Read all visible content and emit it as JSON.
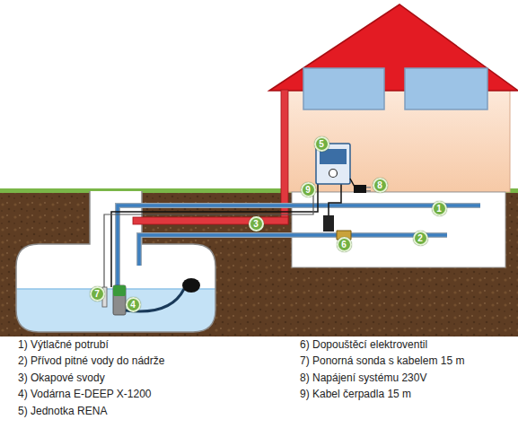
{
  "diagram": {
    "labels": [
      "1",
      "2",
      "3",
      "4",
      "5",
      "6",
      "7",
      "8",
      "9",
      "1) Výtlačné potrubí",
      "2) Přívod pitné vody do nádrže",
      "3) Okapové svody",
      "4) Vodárna E-DEEP X-1200",
      "5) Jednotka RENA",
      "6) Dopouštěcí elektroventil",
      "7) Ponorná sonda s kabelem 15 m",
      "8) Napájení systému 230V",
      "9) Kabel čerpadla 15 m"
    ]
  }
}
